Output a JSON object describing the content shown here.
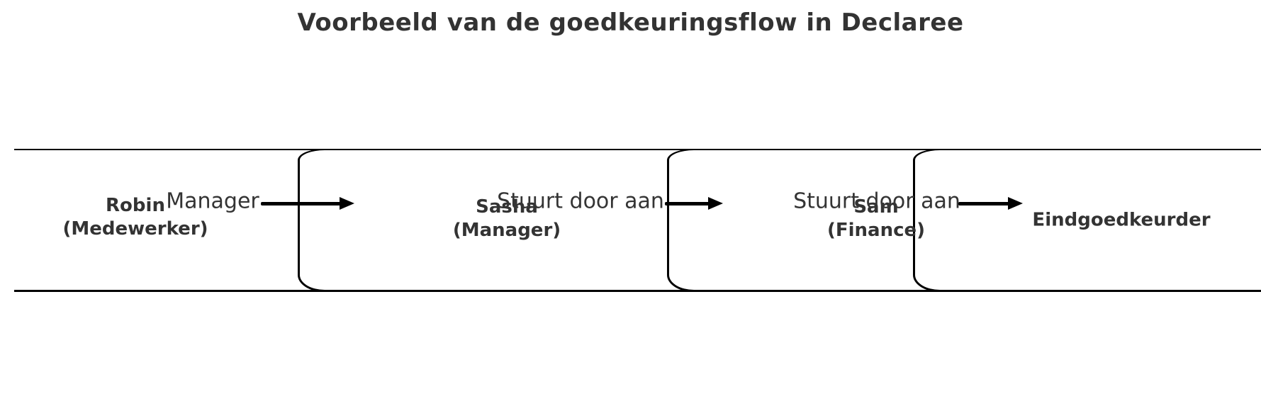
{
  "title": "Voorbeeld van de goedkeuringsflow in Declaree",
  "flow": {
    "direction": "left-to-right",
    "nodes": [
      {
        "name": "Robin (Medewerker)",
        "lines": [
          "Robin",
          "(Medewerker)"
        ]
      },
      {
        "name": "Sasha (Manager)",
        "lines": [
          "Sasha",
          "(Manager)"
        ]
      },
      {
        "name": "Sam (Finance)",
        "lines": [
          "Sam",
          "(Finance)"
        ]
      },
      {
        "name": "Eindgoedkeurder",
        "lines": [
          "Eindgoedkeurder"
        ]
      }
    ],
    "edges": [
      {
        "from": "Robin (Medewerker)",
        "to": "Sasha (Manager)",
        "label": "Manager"
      },
      {
        "from": "Sasha (Manager)",
        "to": "Sam (Finance)",
        "label": "Stuurt door aan"
      },
      {
        "from": "Sam (Finance)",
        "to": "Eindgoedkeurder",
        "label": "Stuurt door aan"
      }
    ]
  },
  "colors": {
    "background": "#ffffff",
    "stroke": "#000000",
    "title_text": "#333333",
    "node_text": "#333333",
    "edge_label_text": "#343434"
  }
}
